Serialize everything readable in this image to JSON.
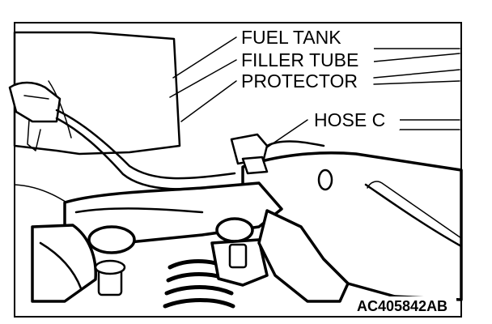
{
  "labels": {
    "fuel_tank": "FUEL TANK",
    "filler_tube": "FILLER TUBE",
    "protector": "PROTECTOR",
    "hose_c": "HOSE C"
  },
  "figure_code": "AC405842AB"
}
